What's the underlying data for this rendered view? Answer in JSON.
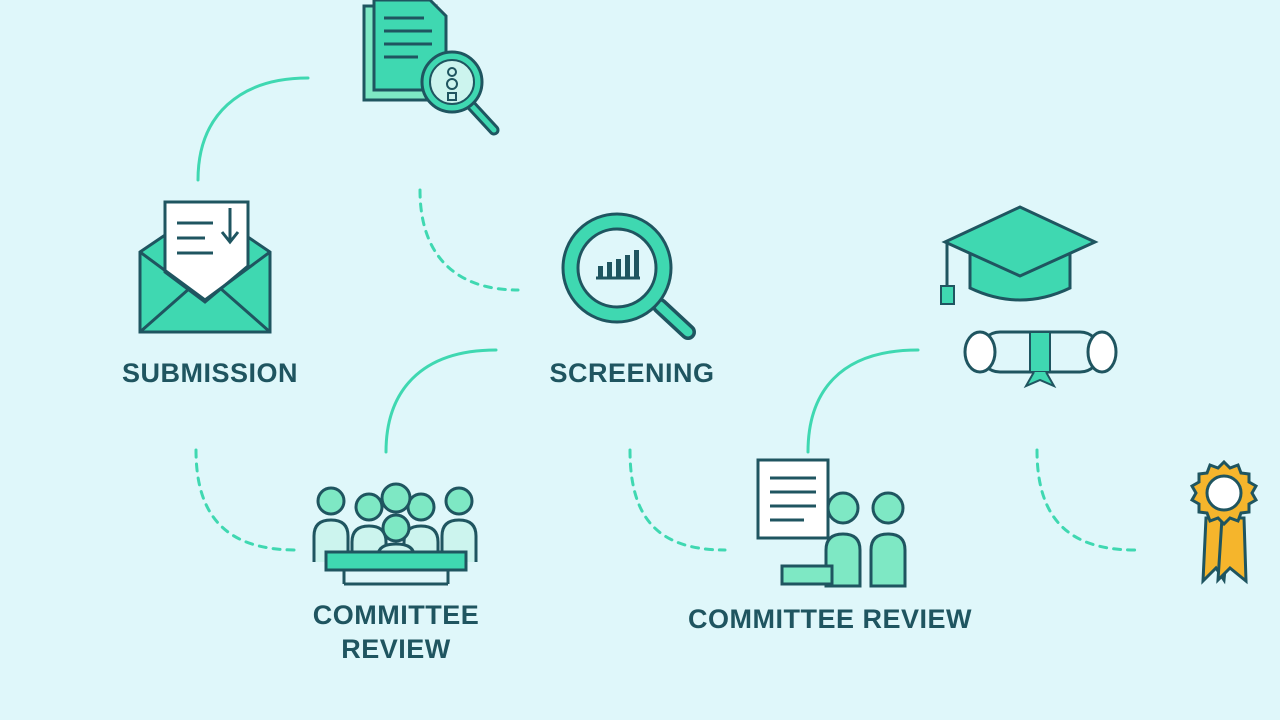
{
  "colors": {
    "background": "#dff7fa",
    "accent": "#3fd8b1",
    "accent_light": "#7ee8c4",
    "outline": "#1f5560",
    "medal": "#f5b52c"
  },
  "labels": {
    "submission": "SUBMISSION",
    "screening": "SCREENING",
    "committee_review_1_line1": "COMMITTEE",
    "committee_review_1_line2": "REVIEW",
    "committee_review_2": "COMMITTEE REVIEW"
  },
  "icons": [
    "document-search-icon",
    "envelope-document-icon",
    "magnifier-chart-icon",
    "graduation-cap-icon",
    "diploma-scroll-icon",
    "committee-group-icon",
    "document-presenters-icon",
    "award-medal-icon"
  ]
}
